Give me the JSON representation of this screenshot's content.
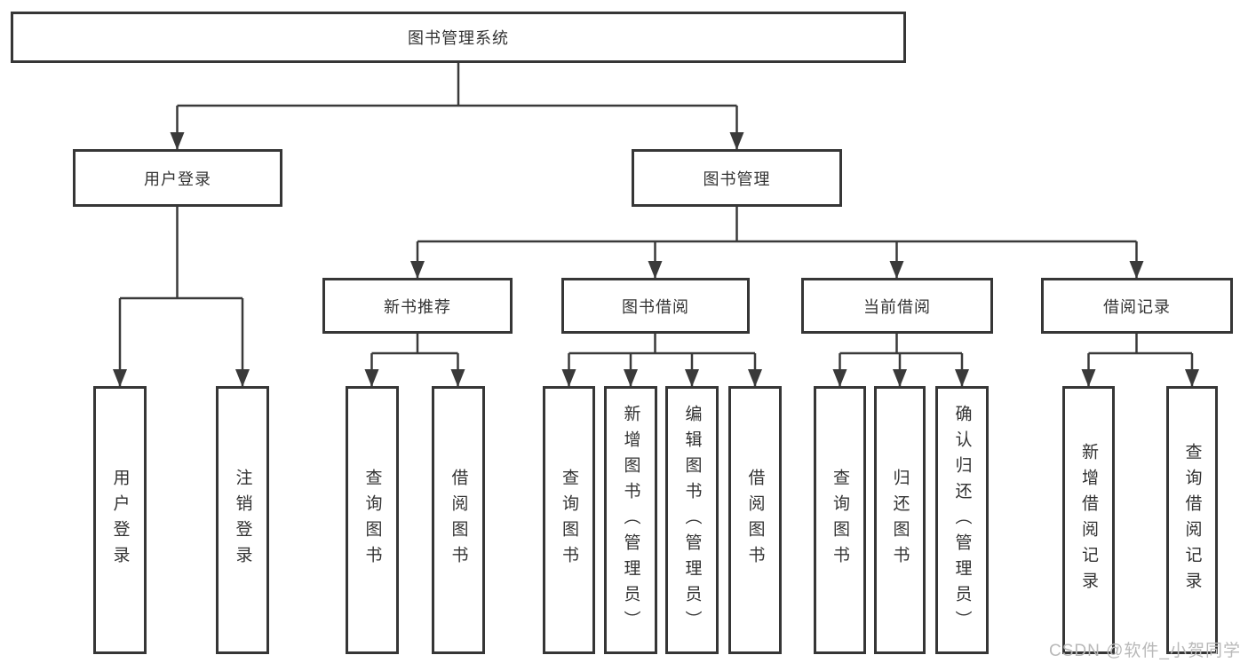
{
  "tree": {
    "root": {
      "label": "图书管理系统"
    },
    "children": [
      {
        "label": "用户登录",
        "children": [
          {
            "label": "用户登录"
          },
          {
            "label": "注销登录"
          }
        ]
      },
      {
        "label": "图书管理",
        "children": [
          {
            "label": "新书推荐",
            "children": [
              {
                "label": "查询图书"
              },
              {
                "label": "借阅图书"
              }
            ]
          },
          {
            "label": "图书借阅",
            "children": [
              {
                "label": "查询图书"
              },
              {
                "label": "新增图书（管理员）"
              },
              {
                "label": "编辑图书（管理员）"
              },
              {
                "label": "借阅图书"
              }
            ]
          },
          {
            "label": "当前借阅",
            "children": [
              {
                "label": "查询图书"
              },
              {
                "label": "归还图书"
              },
              {
                "label": "确认归还（管理员）"
              }
            ]
          },
          {
            "label": "借阅记录",
            "children": [
              {
                "label": "新增借阅记录"
              },
              {
                "label": "查询借阅记录"
              }
            ]
          }
        ]
      }
    ]
  },
  "watermark": {
    "text": "CSDN @软件_小贺同学"
  },
  "colors": {
    "line": "#3a3a3a",
    "box_border": "#363636",
    "text": "#333333",
    "watermark": "#b9b9b9",
    "background": "#ffffff"
  }
}
